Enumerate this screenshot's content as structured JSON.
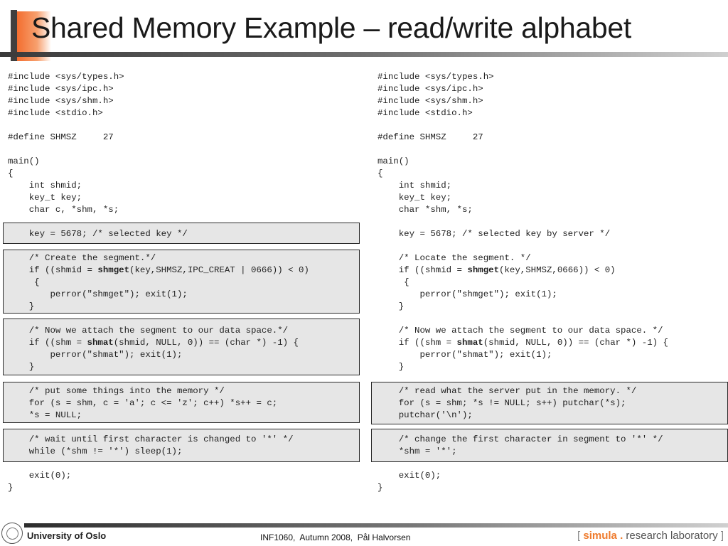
{
  "slide": {
    "title": "Shared Memory Example – read/write alphabet"
  },
  "left_code": [
    [
      {
        "t": "#include <sys/types.h>"
      }
    ],
    [
      {
        "t": "#include <sys/ipc.h>"
      }
    ],
    [
      {
        "t": "#include <sys/shm.h>"
      }
    ],
    [
      {
        "t": "#include <stdio.h>"
      }
    ],
    [
      {
        "t": ""
      }
    ],
    [
      {
        "t": "#define SHMSZ     27"
      }
    ],
    [
      {
        "t": ""
      }
    ],
    [
      {
        "t": "main()"
      }
    ],
    [
      {
        "t": "{"
      }
    ],
    [
      {
        "t": "    int shmid;"
      }
    ],
    [
      {
        "t": "    key_t key;"
      }
    ],
    [
      {
        "t": "    char c, *shm, *s;"
      }
    ],
    [
      {
        "t": ""
      }
    ],
    [
      {
        "t": "    key = 5678; /* selected key */"
      }
    ],
    [
      {
        "t": ""
      }
    ],
    [
      {
        "t": "    /* Create the segment.*/"
      }
    ],
    [
      {
        "t": "    if ((shmid = "
      },
      {
        "t": "shmget",
        "b": true
      },
      {
        "t": "(key,SHMSZ,IPC_CREAT | 0666)) < 0)"
      }
    ],
    [
      {
        "t": "     {"
      }
    ],
    [
      {
        "t": "        perror(\"shmget\"); exit(1);"
      }
    ],
    [
      {
        "t": "    }"
      }
    ],
    [
      {
        "t": ""
      }
    ],
    [
      {
        "t": "    /* Now we attach the segment to our data space.*/"
      }
    ],
    [
      {
        "t": "    if ((shm = "
      },
      {
        "t": "shmat",
        "b": true
      },
      {
        "t": "(shmid, NULL, 0)) == (char *) -1) {"
      }
    ],
    [
      {
        "t": "        perror(\"shmat\"); exit(1);"
      }
    ],
    [
      {
        "t": "    }"
      }
    ],
    [
      {
        "t": ""
      }
    ],
    [
      {
        "t": "    /* put some things into the memory */"
      }
    ],
    [
      {
        "t": "    for (s = shm, c = 'a'; c <= 'z'; c++) *s++ = c;"
      }
    ],
    [
      {
        "t": "    *s = NULL;"
      }
    ],
    [
      {
        "t": ""
      }
    ],
    [
      {
        "t": "    /* wait until first character is changed to '*' */"
      }
    ],
    [
      {
        "t": "    while (*shm != '*') sleep(1);"
      }
    ],
    [
      {
        "t": ""
      }
    ],
    [
      {
        "t": "    exit(0);"
      }
    ],
    [
      {
        "t": "}"
      }
    ]
  ],
  "right_code": [
    [
      {
        "t": "#include <sys/types.h>"
      }
    ],
    [
      {
        "t": "#include <sys/ipc.h>"
      }
    ],
    [
      {
        "t": "#include <sys/shm.h>"
      }
    ],
    [
      {
        "t": "#include <stdio.h>"
      }
    ],
    [
      {
        "t": ""
      }
    ],
    [
      {
        "t": "#define SHMSZ     27"
      }
    ],
    [
      {
        "t": ""
      }
    ],
    [
      {
        "t": "main()"
      }
    ],
    [
      {
        "t": "{"
      }
    ],
    [
      {
        "t": "    int shmid;"
      }
    ],
    [
      {
        "t": "    key_t key;"
      }
    ],
    [
      {
        "t": "    char *shm, *s;"
      }
    ],
    [
      {
        "t": ""
      }
    ],
    [
      {
        "t": "    key = 5678; /* selected key by server */"
      }
    ],
    [
      {
        "t": ""
      }
    ],
    [
      {
        "t": "    /* Locate the segment. */"
      }
    ],
    [
      {
        "t": "    if ((shmid = "
      },
      {
        "t": "shmget",
        "b": true
      },
      {
        "t": "(key,SHMSZ,0666)) < 0)"
      }
    ],
    [
      {
        "t": "     {"
      }
    ],
    [
      {
        "t": "        perror(\"shmget\"); exit(1);"
      }
    ],
    [
      {
        "t": "    }"
      }
    ],
    [
      {
        "t": ""
      }
    ],
    [
      {
        "t": "    /* Now we attach the segment to our data space. */"
      }
    ],
    [
      {
        "t": "    if ((shm = "
      },
      {
        "t": "shmat",
        "b": true
      },
      {
        "t": "(shmid, NULL, 0)) == (char *) -1) {"
      }
    ],
    [
      {
        "t": "        perror(\"shmat\"); exit(1);"
      }
    ],
    [
      {
        "t": "    }"
      }
    ],
    [
      {
        "t": ""
      }
    ],
    [
      {
        "t": "    /* read what the server put in the memory. */"
      }
    ],
    [
      {
        "t": "    for (s = shm; *s != NULL; s++) putchar(*s);"
      }
    ],
    [
      {
        "t": "    putchar('\\n');"
      }
    ],
    [
      {
        "t": ""
      }
    ],
    [
      {
        "t": "    /* change the first character in segment to '*' */"
      }
    ],
    [
      {
        "t": "    *shm = '*';"
      }
    ],
    [
      {
        "t": ""
      }
    ],
    [
      {
        "t": "    exit(0);"
      }
    ],
    [
      {
        "t": "}"
      }
    ]
  ],
  "footer": {
    "university": "University of Oslo",
    "course": "INF1060,  Autumn 2008,  Pål Halvorsen",
    "lab_bracket_open": "[ ",
    "lab_name": "simula",
    "lab_dot": " . ",
    "lab_rest": "research laboratory",
    "lab_bracket_close": " ]"
  }
}
